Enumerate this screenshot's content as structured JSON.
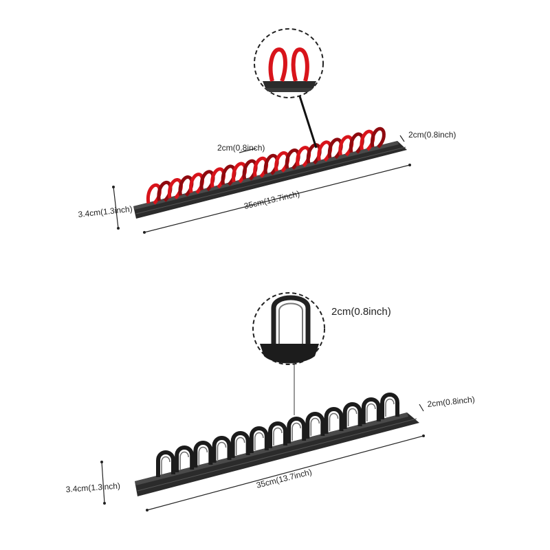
{
  "colors": {
    "background": "#ffffff",
    "rail": "#2b2b2b",
    "rail_highlight": "#4a4a4a",
    "red_clip": "#d8141b",
    "red_clip_shadow": "#8f0a0f",
    "black_clip": "#1c1c1c",
    "dimension_line": "#222222"
  },
  "top_product": {
    "clip_color": "red",
    "clip_count": 22,
    "labels": {
      "clip_spacing": "2cm(0.8inch)",
      "rail_width": "2cm(0.8inch)",
      "height": "3.4cm(1.3inch)",
      "length": "35cm(13.7inch)"
    }
  },
  "bottom_product": {
    "clip_color": "black",
    "clip_count": 13,
    "labels": {
      "clip_height": "2cm(0.8inch)",
      "rail_width": "2cm(0.8inch)",
      "height": "3.4cm(1.3inch)",
      "length": "35cm(13.7inch)"
    }
  }
}
